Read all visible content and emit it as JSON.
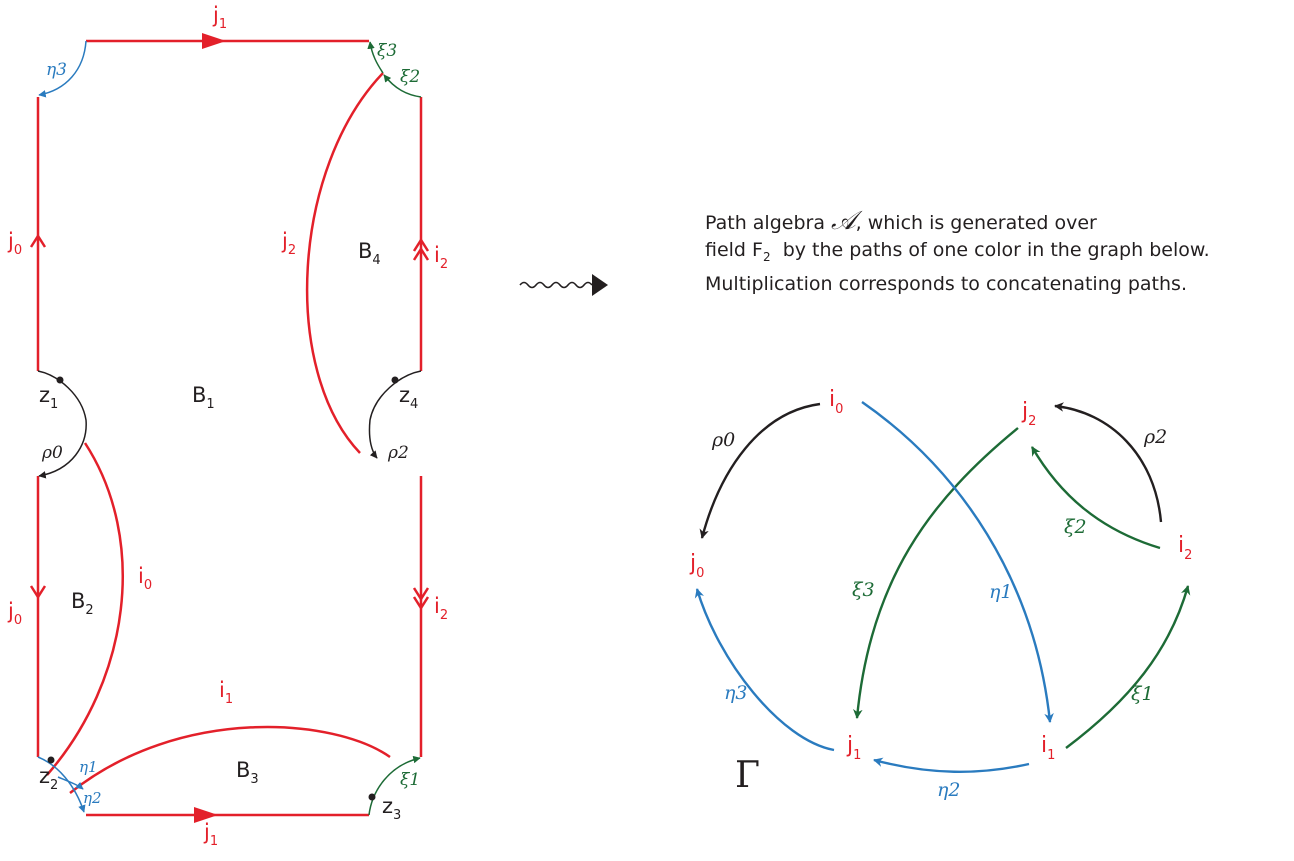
{
  "colors": {
    "red": "#e3202a",
    "blue": "#2a7bbf",
    "green": "#1d6b36",
    "black": "#231f20"
  },
  "left_diagram": {
    "edge_labels": {
      "j1_top": "j",
      "j1_top_sub": "1",
      "j0_left_top": "j",
      "j0_left_top_sub": "0",
      "j0_left_bottom": "j",
      "j0_left_bottom_sub": "0",
      "j2_arc": "j",
      "j2_arc_sub": "2",
      "i2_right_top": "i",
      "i2_right_top_sub": "2",
      "i2_right_bottom": "i",
      "i2_right_bottom_sub": "2",
      "i0_arc": "i",
      "i0_arc_sub": "0",
      "i1_arc": "i",
      "i1_arc_sub": "1",
      "j1_bottom": "j",
      "j1_bottom_sub": "1"
    },
    "regions": {
      "B1": "B",
      "B1_sub": "1",
      "B2": "B",
      "B2_sub": "2",
      "B3": "B",
      "B3_sub": "3",
      "B4": "B",
      "B4_sub": "4"
    },
    "punctures": {
      "z1": "z",
      "z1_sub": "1",
      "z2": "z",
      "z2_sub": "2",
      "z3": "z",
      "z3_sub": "3",
      "z4": "z",
      "z4_sub": "4"
    },
    "chord_labels": {
      "eta3": "η3",
      "xi3": "ξ3",
      "xi2": "ξ2",
      "rho0": "ρ0",
      "rho2": "ρ2",
      "eta1": "η1",
      "eta2": "η2",
      "xi1": "ξ1"
    }
  },
  "wavy_arrow": "squiggle-arrow-icon",
  "description": {
    "line1_before": "Path algebra ",
    "algebra_symbol": "𝒜",
    "line1_after": ", which is generated over",
    "line2_before": "field F",
    "field_sub": "2",
    "line2_after": "  by the paths of one color in the graph below.",
    "line3": "Multiplication corresponds to concatenating paths."
  },
  "graph": {
    "name": "Γ",
    "nodes": {
      "i0": "i",
      "i0_sub": "0",
      "j2": "j",
      "j2_sub": "2",
      "j0": "j",
      "j0_sub": "0",
      "i2": "i",
      "i2_sub": "2",
      "j1": "j",
      "j1_sub": "1",
      "i1": "i",
      "i1_sub": "1"
    },
    "edge_labels": {
      "rho0": "ρ0",
      "rho2": "ρ2",
      "xi2": "ξ2",
      "xi3": "ξ3",
      "eta1": "η1",
      "eta3": "η3",
      "xi1": "ξ1",
      "eta2": "η2"
    }
  }
}
